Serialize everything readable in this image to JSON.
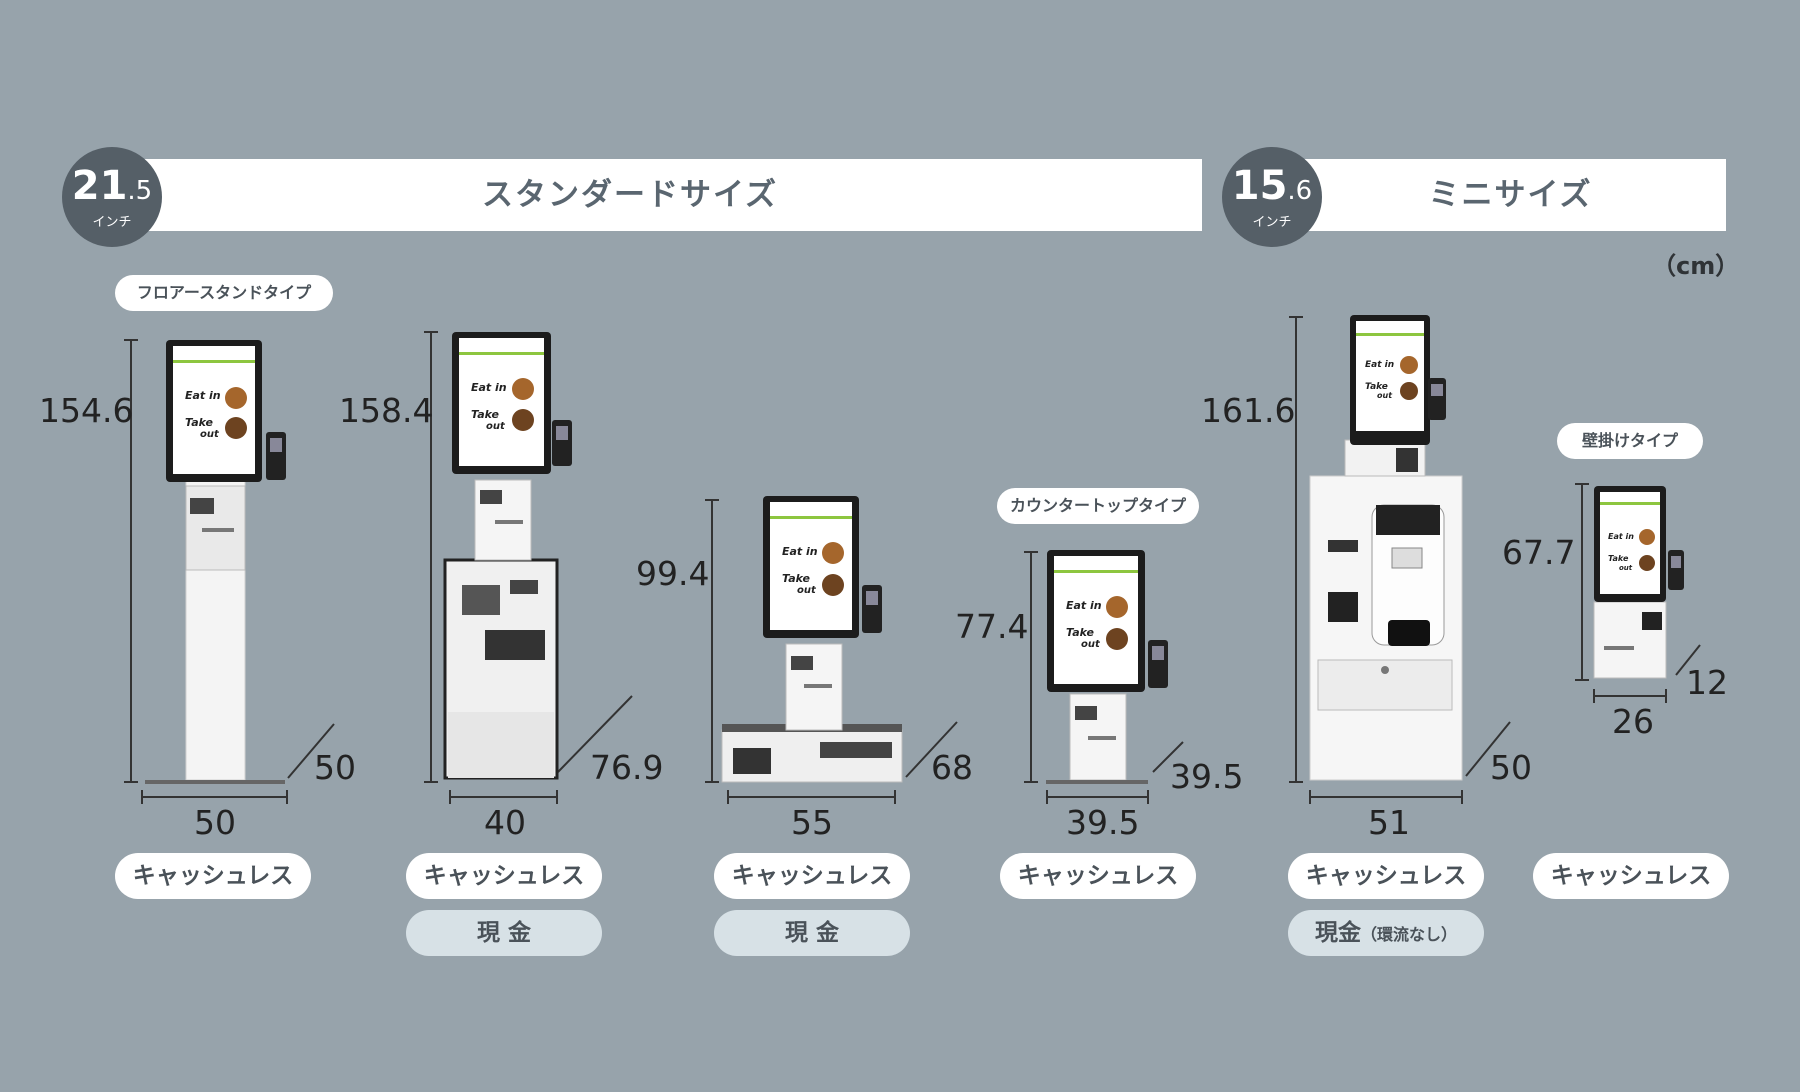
{
  "sections": {
    "standard": {
      "size_main": "21.5",
      "size_sub": ".5",
      "size_int": "21",
      "unit": "インチ",
      "title": "スタンダードサイズ"
    },
    "mini": {
      "size_int": "15",
      "size_sub": ".6",
      "unit": "インチ",
      "title": "ミニサイズ"
    }
  },
  "unit_label": "（cm）",
  "type_tags": {
    "floor": "フロアースタンドタイプ",
    "counter": "カウンタートップタイプ",
    "wall": "壁掛けタイプ"
  },
  "screen_text": {
    "eat_in": "Eat in",
    "take_out_1": "Take",
    "take_out_2": "out"
  },
  "kiosks": [
    {
      "height": "154.6",
      "width": "50",
      "depth": "50",
      "labels": [
        "キャッシュレス"
      ]
    },
    {
      "height": "158.4",
      "width": "40",
      "depth": "76.9",
      "labels": [
        "キャッシュレス",
        "現 金"
      ]
    },
    {
      "height": "99.4",
      "width": "55",
      "depth": "68",
      "labels": [
        "キャッシュレス",
        "現 金"
      ]
    },
    {
      "height": "77.4",
      "width": "39.5",
      "depth": "39.5",
      "labels": [
        "キャッシュレス"
      ]
    },
    {
      "height": "161.6",
      "width": "51",
      "depth": "50",
      "labels": [
        "キャッシュレス",
        "現金"
      ],
      "cash_note": "（環流なし）"
    },
    {
      "height": "67.7",
      "width": "26",
      "depth": "12",
      "labels": [
        "キャッシュレス"
      ]
    }
  ],
  "colors": {
    "background": "#97a3ab",
    "circle": "#555f67",
    "title": "#5a6670",
    "cash_pill": "#d7e1e6",
    "screen_accent": "#8dc63f"
  }
}
